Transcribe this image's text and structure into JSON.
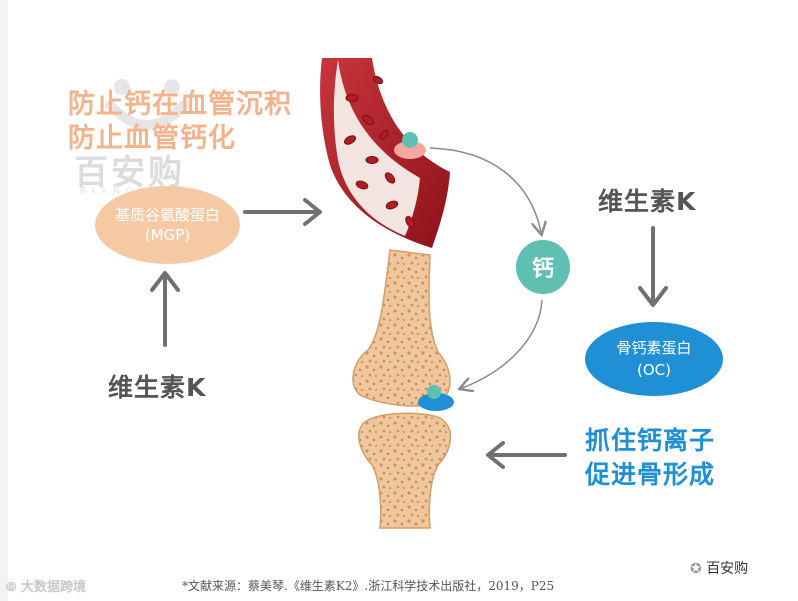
{
  "headline": {
    "line1": "防止钙在血管沉积",
    "line2": "防止血管钙化"
  },
  "watermark": {
    "brand": "百安购",
    "sub": "BIANGOU"
  },
  "mgp": {
    "line1": "基质谷氨酸蛋白",
    "line2": "(MGP)"
  },
  "left_vitamin_label": "维生素K",
  "right_vitamin_label": "维生素K",
  "calcium_badge": "钙",
  "oc": {
    "line1": "骨钙素蛋白",
    "line2": "(OC)"
  },
  "bone_action": {
    "line1": "抓住钙离子",
    "line2": "促进骨形成"
  },
  "citation": "*文献来源：蔡美琴.《维生素K2》.浙江科学技术出版社，2019，P25",
  "corner_left": "大数据跨境",
  "corner_right": "百安购",
  "colors": {
    "peach": "#f6c9a5",
    "headline": "#f3b48c",
    "blue": "#1f8fd6",
    "teal": "#5fbfb2",
    "vessel": "#a81c25",
    "bone": "#f0c79c",
    "arrow": "#707070"
  }
}
